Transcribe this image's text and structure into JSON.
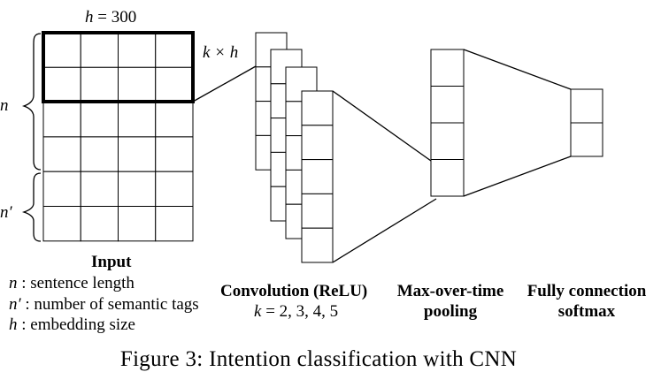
{
  "labels": {
    "h_eq": "h = 300",
    "kxh": "k × h",
    "n": "n",
    "n_prime": "n′",
    "input_title": "Input",
    "legend": [
      {
        "sym": "n",
        "text": " : sentence length"
      },
      {
        "sym": "n′",
        "text": " : number of semantic tags"
      },
      {
        "sym": "h",
        "text": " : embedding size"
      }
    ],
    "conv_title": "Convolution (ReLU)",
    "conv_k": "k = 2, 3, 4, 5",
    "pool_title": "Max-over-time",
    "pool_title2": "pooling",
    "fc_title": "Fully connection",
    "fc_title2": "softmax"
  },
  "caption": "Figure 3: Intention classification with CNN"
}
